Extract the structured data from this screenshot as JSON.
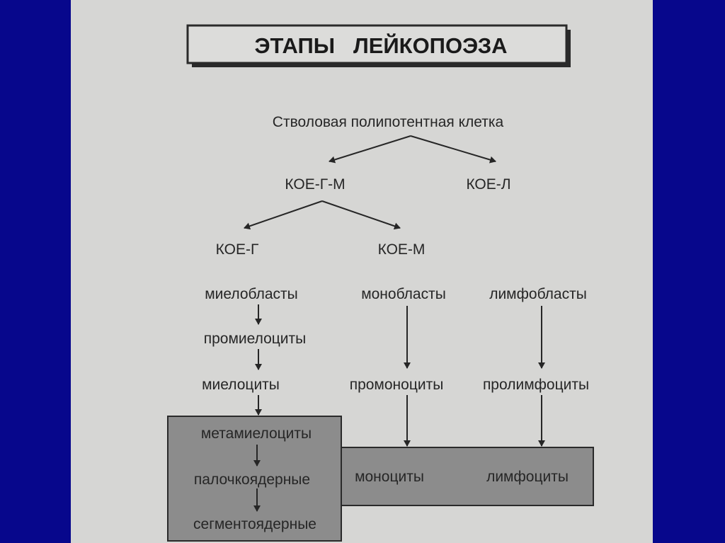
{
  "title": "ЭТАПЫ   ЛЕЙКОПОЭЗА",
  "colors": {
    "frame": "#07078c",
    "page": "#d6d6d4",
    "box": "#8c8c8c",
    "text": "#262626"
  },
  "nodes": {
    "stem": "Стволовая полипотентная клетка",
    "koe_gm": "КОЕ-Г-М",
    "koe_l": "КОЕ-Л",
    "koe_g": "КОЕ-Г",
    "koe_m": "КОЕ-М",
    "myeloblasts": "миелобласты",
    "promyelocytes": "промиелоциты",
    "myelocytes": "миелоциты",
    "metamyelocytes": "метамиелоциты",
    "band": "палочкоядерные",
    "segmented": "сегментоядерные",
    "monoblasts": "монобласты",
    "promonocytes": "промоноциты",
    "monocytes": "моноциты",
    "lymphoblasts": "лимфобласты",
    "prolymphocytes": "пролимфоциты",
    "lymphocytes": "лимфоциты"
  }
}
